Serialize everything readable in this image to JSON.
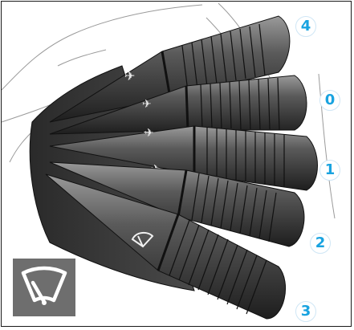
{
  "positions": [
    {
      "label": "4"
    },
    {
      "label": "0"
    },
    {
      "label": "1"
    },
    {
      "label": "2"
    },
    {
      "label": "3"
    }
  ],
  "indicator_icon": "windscreen-wiper-icon",
  "lever_icons": [
    "wiper-symbol-icon"
  ],
  "colors": {
    "badge_text": "#19a3e0",
    "lever_body": "#3a3a3a",
    "lever_highlight": "#8a8a8a",
    "icon_box": "#6e6e6e"
  }
}
